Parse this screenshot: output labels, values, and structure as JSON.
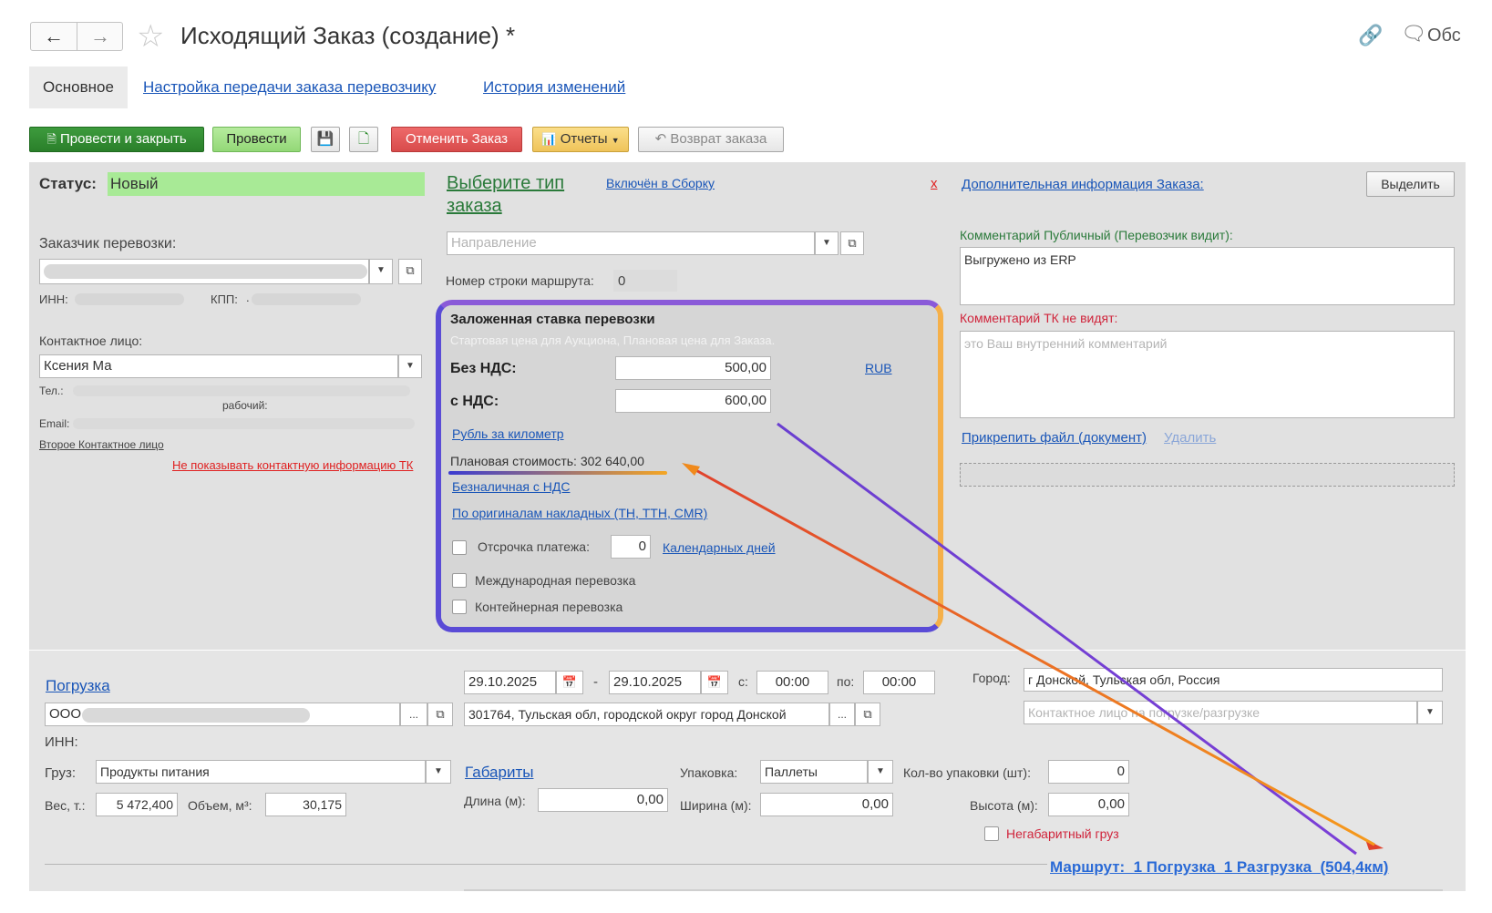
{
  "header": {
    "title": "Исходящий Заказ (создание) *",
    "right_label": "Обс"
  },
  "tabs": [
    {
      "label": "Основное"
    },
    {
      "label": "Настройка передачи заказа перевозчику"
    },
    {
      "label": "История изменений"
    }
  ],
  "toolbar": {
    "post_close": "Провести и закрыть",
    "post": "Провести",
    "cancel_order": "Отменить Заказ",
    "reports": "Отчеты",
    "return_order": "Возврат заказа"
  },
  "left": {
    "status_label": "Статус:",
    "status_value": "Новый",
    "customer_label": "Заказчик перевозки:",
    "inn_label": "ИНН:",
    "kpp_label": "КПП:",
    "kpp_value": ".",
    "contact_label": "Контактное лицо:",
    "contact_value": "Ксения Ма",
    "tel_label": "Тел.:",
    "work_label": "рабочий:",
    "email_label": "Email:",
    "second_contact": "Второе Контактное лицо",
    "hide_contacts": "Не показывать контактную информацию ТК"
  },
  "middle": {
    "choose_type": "Выберите тип заказа",
    "included": "Включён в Сборку",
    "x_mark": "x",
    "direction_placeholder": "Направление",
    "route_row_label": "Номер строки маршрута:",
    "route_row_value": "0",
    "rate_title": "Заложенная ставка перевозки",
    "rate_subtitle": "Стартовая цена для Аукциона, Плановая цена для Заказа.",
    "no_vat_label": "Без НДС:",
    "no_vat_value": "500,00",
    "currency": "RUB",
    "vat_label": "с НДС:",
    "vat_value": "600,00",
    "per_km": "Рубль за километр",
    "planned_cost": "Плановая стоимость: 302 640,00",
    "cashless": "Безналичная с НДС",
    "originals": "По оригиналам накладных (ТН, ТТН, CMR)",
    "deferral_label": "Отсрочка платежа:",
    "deferral_value": "0",
    "calendar_days": "Календарных дней",
    "international": "Международная перевозка",
    "container": "Контейнерная перевозка"
  },
  "right": {
    "extra_info": "Дополнительная информация Заказа:",
    "highlight_btn": "Выделить",
    "public_comment_label": "Комментарий Публичный (Перевозчик видит):",
    "public_comment_value": "Выгружено из ERP",
    "private_comment_label": "Комментарий ТК не видят:",
    "private_comment_placeholder": "это Ваш внутренний комментарий",
    "attach_file": "Прикрепить файл (документ)",
    "delete": "Удалить"
  },
  "loading": {
    "title": "Погрузка",
    "date_from": "29.10.2025",
    "dash": "-",
    "date_to": "29.10.2025",
    "time_from_label": "с:",
    "time_from": "00:00",
    "time_to_label": "по:",
    "time_to": "00:00",
    "city_label": "Город:",
    "city_value": "г Донской, Тульская обл, Россия",
    "company": "ООО",
    "address": "301764, Тульская обл, городской округ город Донской",
    "contact_placeholder": "Контактное лицо на погрузке/разгрузке",
    "inn_label": "ИНН:",
    "cargo_label": "Груз:",
    "cargo_value": "Продукты питания",
    "dimensions_link": "Габариты",
    "packing_label": "Упаковка:",
    "packing_value": "Паллеты",
    "packing_count_label": "Кол-во упаковки (шт):",
    "packing_count_value": "0",
    "weight_label": "Вес, т.:",
    "weight_value": "5 472,400",
    "volume_label": "Объем, м³:",
    "volume_value": "30,175",
    "length_label": "Длина (м):",
    "length_value": "0,00",
    "width_label": "Ширина (м):",
    "width_value": "0,00",
    "height_label": "Высота (м):",
    "height_value": "0,00",
    "oversize": "Негабаритный груз",
    "route": "Маршрут:  1 Погрузка  1 Разгрузка  (504,4км)"
  },
  "colors": {
    "status_green": "#a8ea96",
    "link_blue": "#1a56b8",
    "red_link": "#e02020",
    "panel_gray": "#e1e1e1",
    "highlight_orange": "#f5a623",
    "highlight_blue": "#3b3bd1",
    "arrow_purple": "#6a3fd0",
    "arrow_orange": "#f08a1c"
  }
}
